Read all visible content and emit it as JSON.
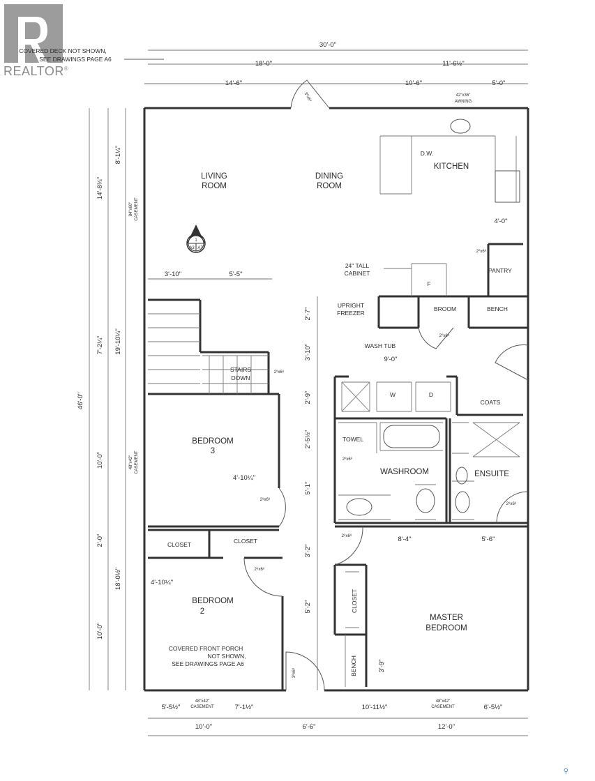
{
  "watermark": {
    "brand": "REALTOR",
    "registered": "®",
    "logo_letter": "R"
  },
  "notes": {
    "deck": [
      "COVERED DECK NOT SHOWN,",
      "SEE DRAWINGS PAGE A6"
    ],
    "porch": [
      "COVERED FRONT PORCH",
      "NOT SHOWN,",
      "SEE DRAWINGS PAGE A6"
    ],
    "tall_cabinet": [
      "24\" TALL",
      "CABINET"
    ],
    "freezer": [
      "UPRIGHT",
      "FREEZER"
    ],
    "wash_tub": "WASH TUB"
  },
  "section_marker": {
    "number": "1",
    "sheet_a": "A3",
    "sheet_b": "A7"
  },
  "rooms": {
    "living": [
      "LIVING",
      "ROOM"
    ],
    "dining": [
      "DINING",
      "ROOM"
    ],
    "kitchen": "KITCHEN",
    "pantry": "PANTRY",
    "broom": "BROOM",
    "bench_hall": "BENCH",
    "stairs": [
      "STAIRS",
      "DOWN"
    ],
    "bedroom3": [
      "BEDROOM",
      "3"
    ],
    "closet_a": "CLOSET",
    "closet_b": "CLOSET",
    "bedroom2": [
      "BEDROOM",
      "2"
    ],
    "washer": "W",
    "dryer": "D",
    "coats": "COATS",
    "towel": "TOWEL",
    "washroom": "WASHROOM",
    "ensuite": "ENSUITE",
    "master": [
      "MASTER",
      "BEDROOM"
    ],
    "closet_master": "CLOSET",
    "bench_master": "BENCH",
    "dishwasher": "D.W.",
    "fridge": "F"
  },
  "dimensions": {
    "top": {
      "overall": "30'-0\"",
      "left": "18'-0\"",
      "right": "11'-6½\"",
      "a": "14'-6\"",
      "b": "10'-6\"",
      "c": "5'-0\"",
      "window": [
        "42\"x36\"",
        "AWNING"
      ]
    },
    "left": {
      "overall": "46'-0\"",
      "a": "14'-8¾\"",
      "b": "7'-2¼\"",
      "c": "10'-0\"",
      "d": "2'-0\"",
      "e": "10'-0\"",
      "f": "8'-1¼\"",
      "g": "19'-10¼\"",
      "h": "18'-0½\"",
      "window1": [
        "84\"x60\"",
        "CASEMENT"
      ],
      "window2": [
        "48\"x42\"",
        "CASEMENT"
      ]
    },
    "interior": {
      "stair_a": "3'-10\"",
      "stair_b": "5'-5\"",
      "pantry": "4'-0\"",
      "freezer": "2'-7\"",
      "hall": "3'-10\"",
      "laundry_w": "9'-0\"",
      "laundry_h": "2'-9\"",
      "wash_a": "2'-5½\"",
      "wash_b": "5'-1\"",
      "hall_b": "3'-2\"",
      "closet_h": "5'-2\"",
      "master_a": "8'-4\"",
      "master_b": "5'-6\"",
      "bed3_closet": "4'-10¼\"",
      "bed2_closet": "4'-10¼\"",
      "bench": "3'-9\""
    },
    "bottom": {
      "a": "5'-5½\"",
      "window1": [
        "48\"x42\"",
        "CASEMENT"
      ],
      "b": "7'-1½\"",
      "c": "10'-11½\"",
      "window2": [
        "48\"x42\"",
        "CASEMENT"
      ],
      "d": "6'-5½\"",
      "e": "10'-0\"",
      "f": "6'-6\"",
      "g": "12'-0\""
    }
  },
  "door_tags": {
    "entry_rear": "3⁰x6⁸",
    "front": "3⁰x6⁸",
    "interior": "2⁰x6⁸",
    "bedroom": "2⁸x6⁸"
  }
}
